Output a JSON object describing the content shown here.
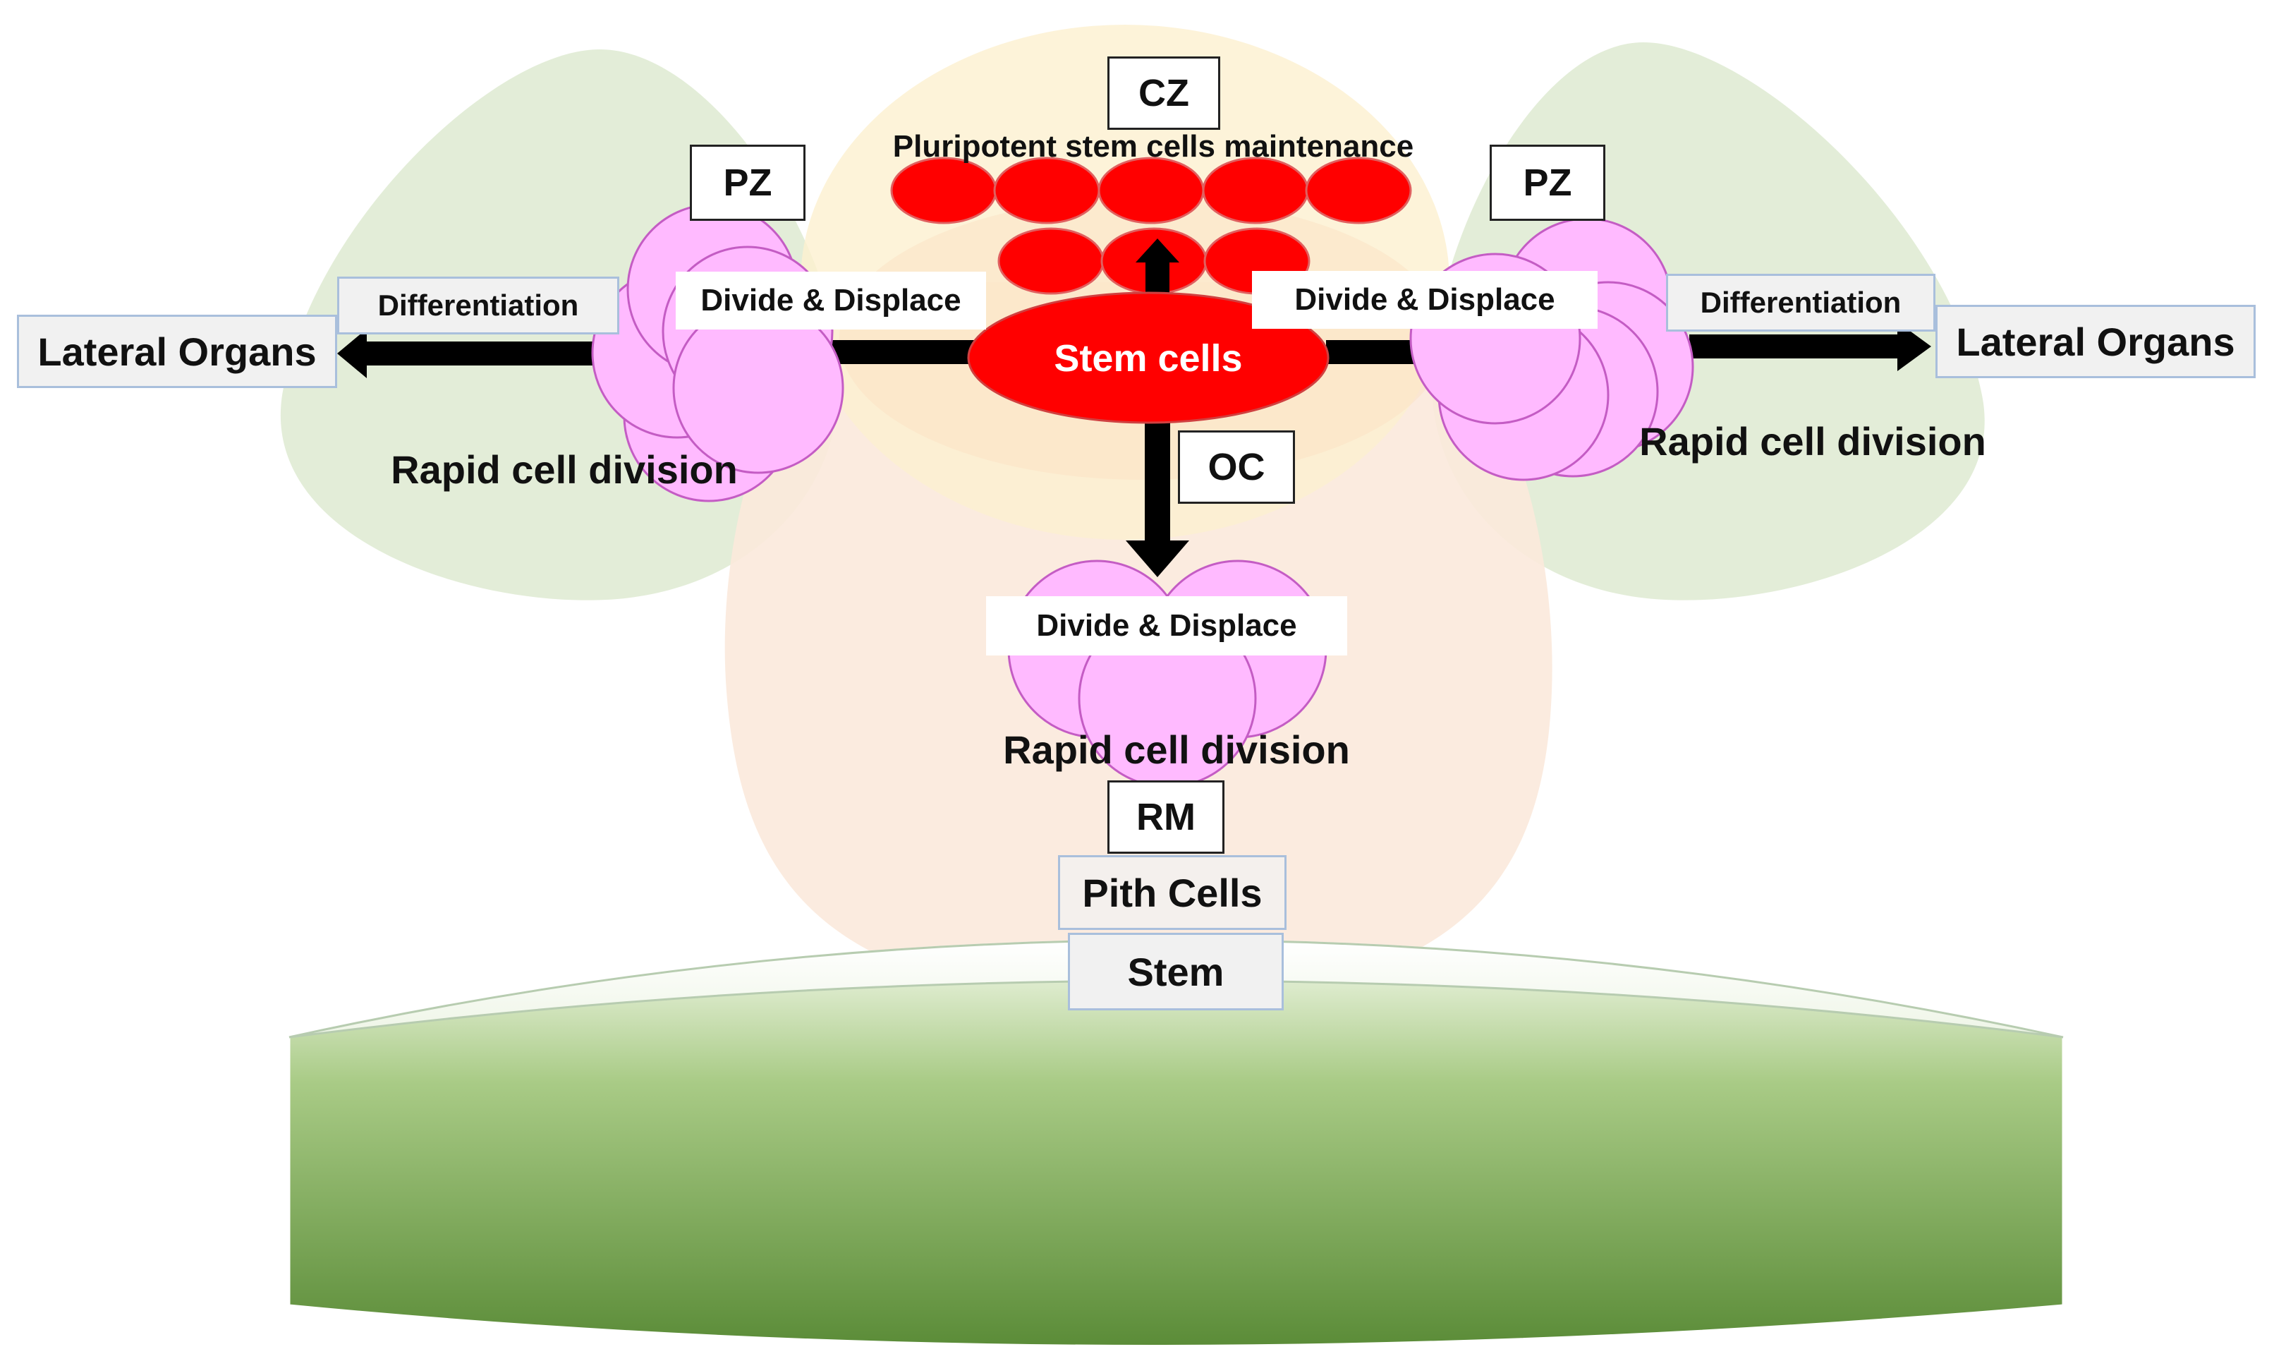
{
  "labels": {
    "cz": "CZ",
    "pz": "PZ",
    "oc": "OC",
    "rm": "RM",
    "pluripotent": "Pluripotent stem cells maintenance",
    "stem_cells": "Stem cells",
    "divide_displace": "Divide & Displace",
    "differentiation": "Differentiation",
    "lateral_organs": "Lateral Organs",
    "rapid_cell_division": "Rapid cell division",
    "pith_cells": "Pith Cells",
    "stem": "Stem"
  },
  "colors": {
    "pz_region": "#e3edd8",
    "cz_region": "#fdf0cf",
    "oc_region": "#fbe9dc",
    "red_cells": "#ff0000",
    "pink_cells": "#ffbaff",
    "stem_green": "#6ea04a",
    "arrow": "#000000"
  }
}
